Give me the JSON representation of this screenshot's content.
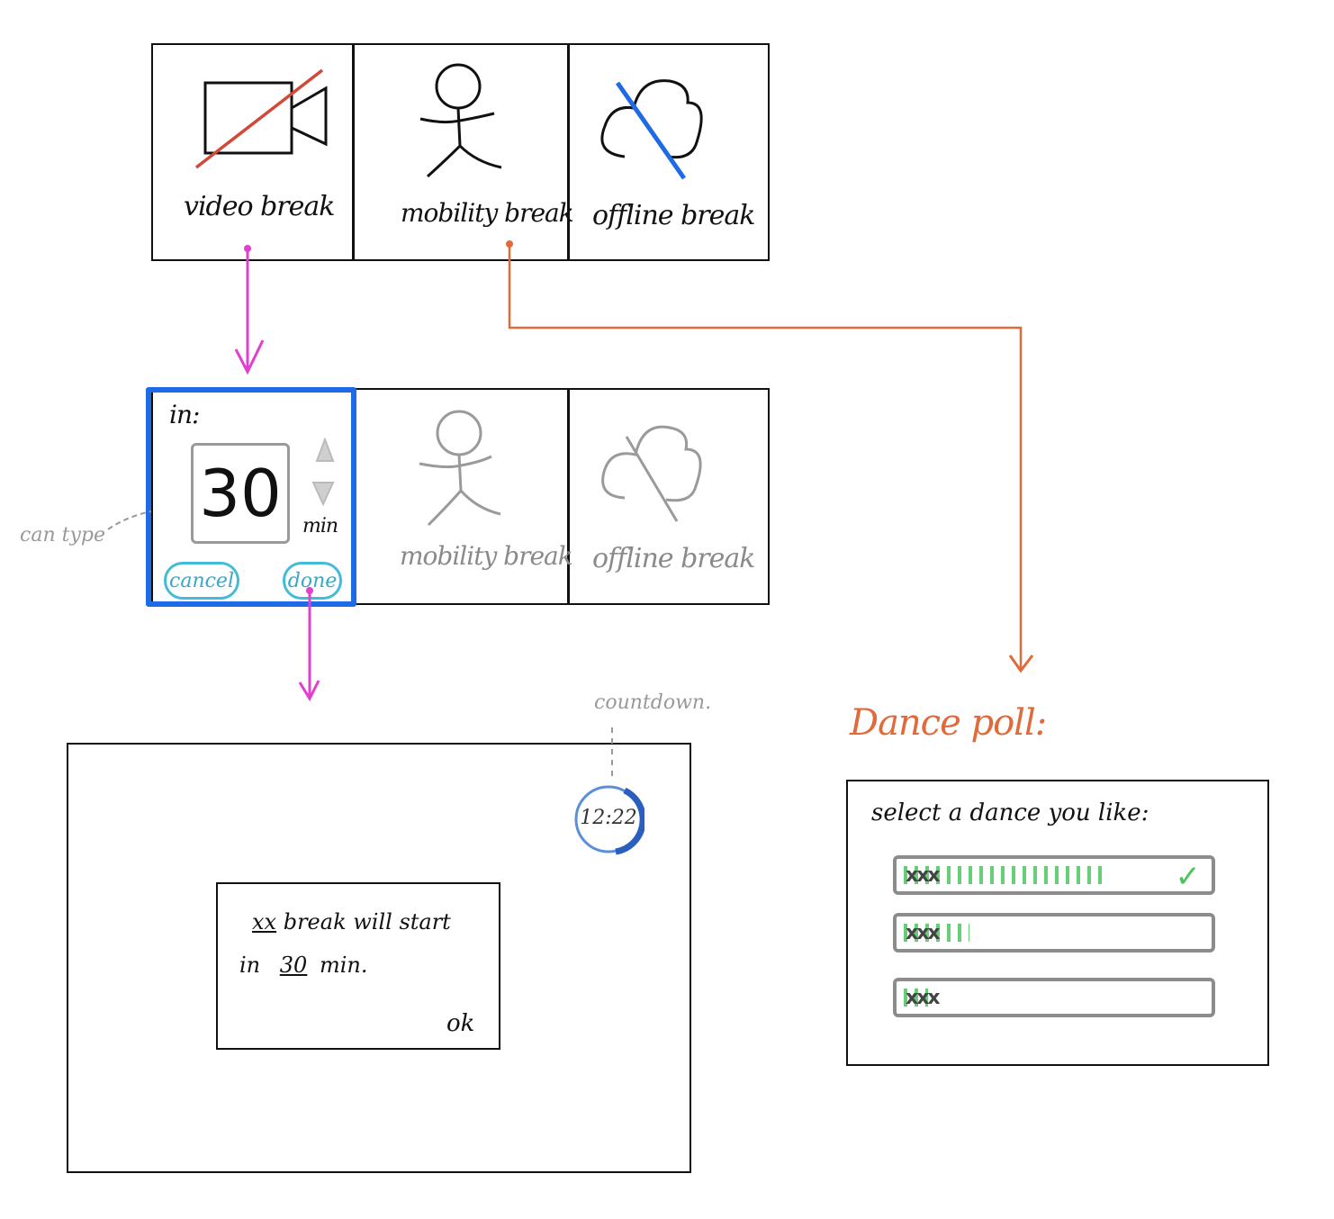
{
  "top_row": {
    "video_label": "video break",
    "mobility_label": "mobility break",
    "offline_label": "offline break"
  },
  "middle_row": {
    "in_label": "in:",
    "minutes_value": "30",
    "unit_label": "min",
    "can_type_note": "can type",
    "cancel_label": "cancel",
    "done_label": "done",
    "mobility_label": "mobility break",
    "offline_label": "offline break"
  },
  "notification": {
    "countdown_note": "countdown.",
    "countdown_value": "12:22",
    "dialog_line1_prefix": "xx",
    "dialog_line1_suffix": "break will start",
    "dialog_line2_prefix": "in",
    "dialog_line2_value": "30",
    "dialog_line2_suffix": "min.",
    "ok_label": "ok"
  },
  "dance_poll": {
    "title": "Dance poll:",
    "prompt": "select a dance you like:",
    "options": [
      {
        "name": "xxx",
        "fraction": 0.68,
        "selected": true,
        "check": "✓"
      },
      {
        "name": "xxx",
        "fraction": 0.22,
        "selected": false,
        "check": ""
      },
      {
        "name": "xxx",
        "fraction": 0.08,
        "selected": false,
        "check": ""
      }
    ]
  },
  "colors": {
    "ink": "#111111",
    "muted": "#8a8a8a",
    "magenta_arrow": "#e040d0",
    "orange_arrow": "#e06a3a",
    "selection_blue": "#1f6ae6",
    "cancel_done": "#44bcd8",
    "poll_green": "#4cc45e",
    "countdown_blue": "#2a5fc0"
  },
  "icons": {
    "video": "video-camera-crossed-icon",
    "mobility": "stick-figure-icon",
    "offline": "cloud-crossed-icon"
  }
}
